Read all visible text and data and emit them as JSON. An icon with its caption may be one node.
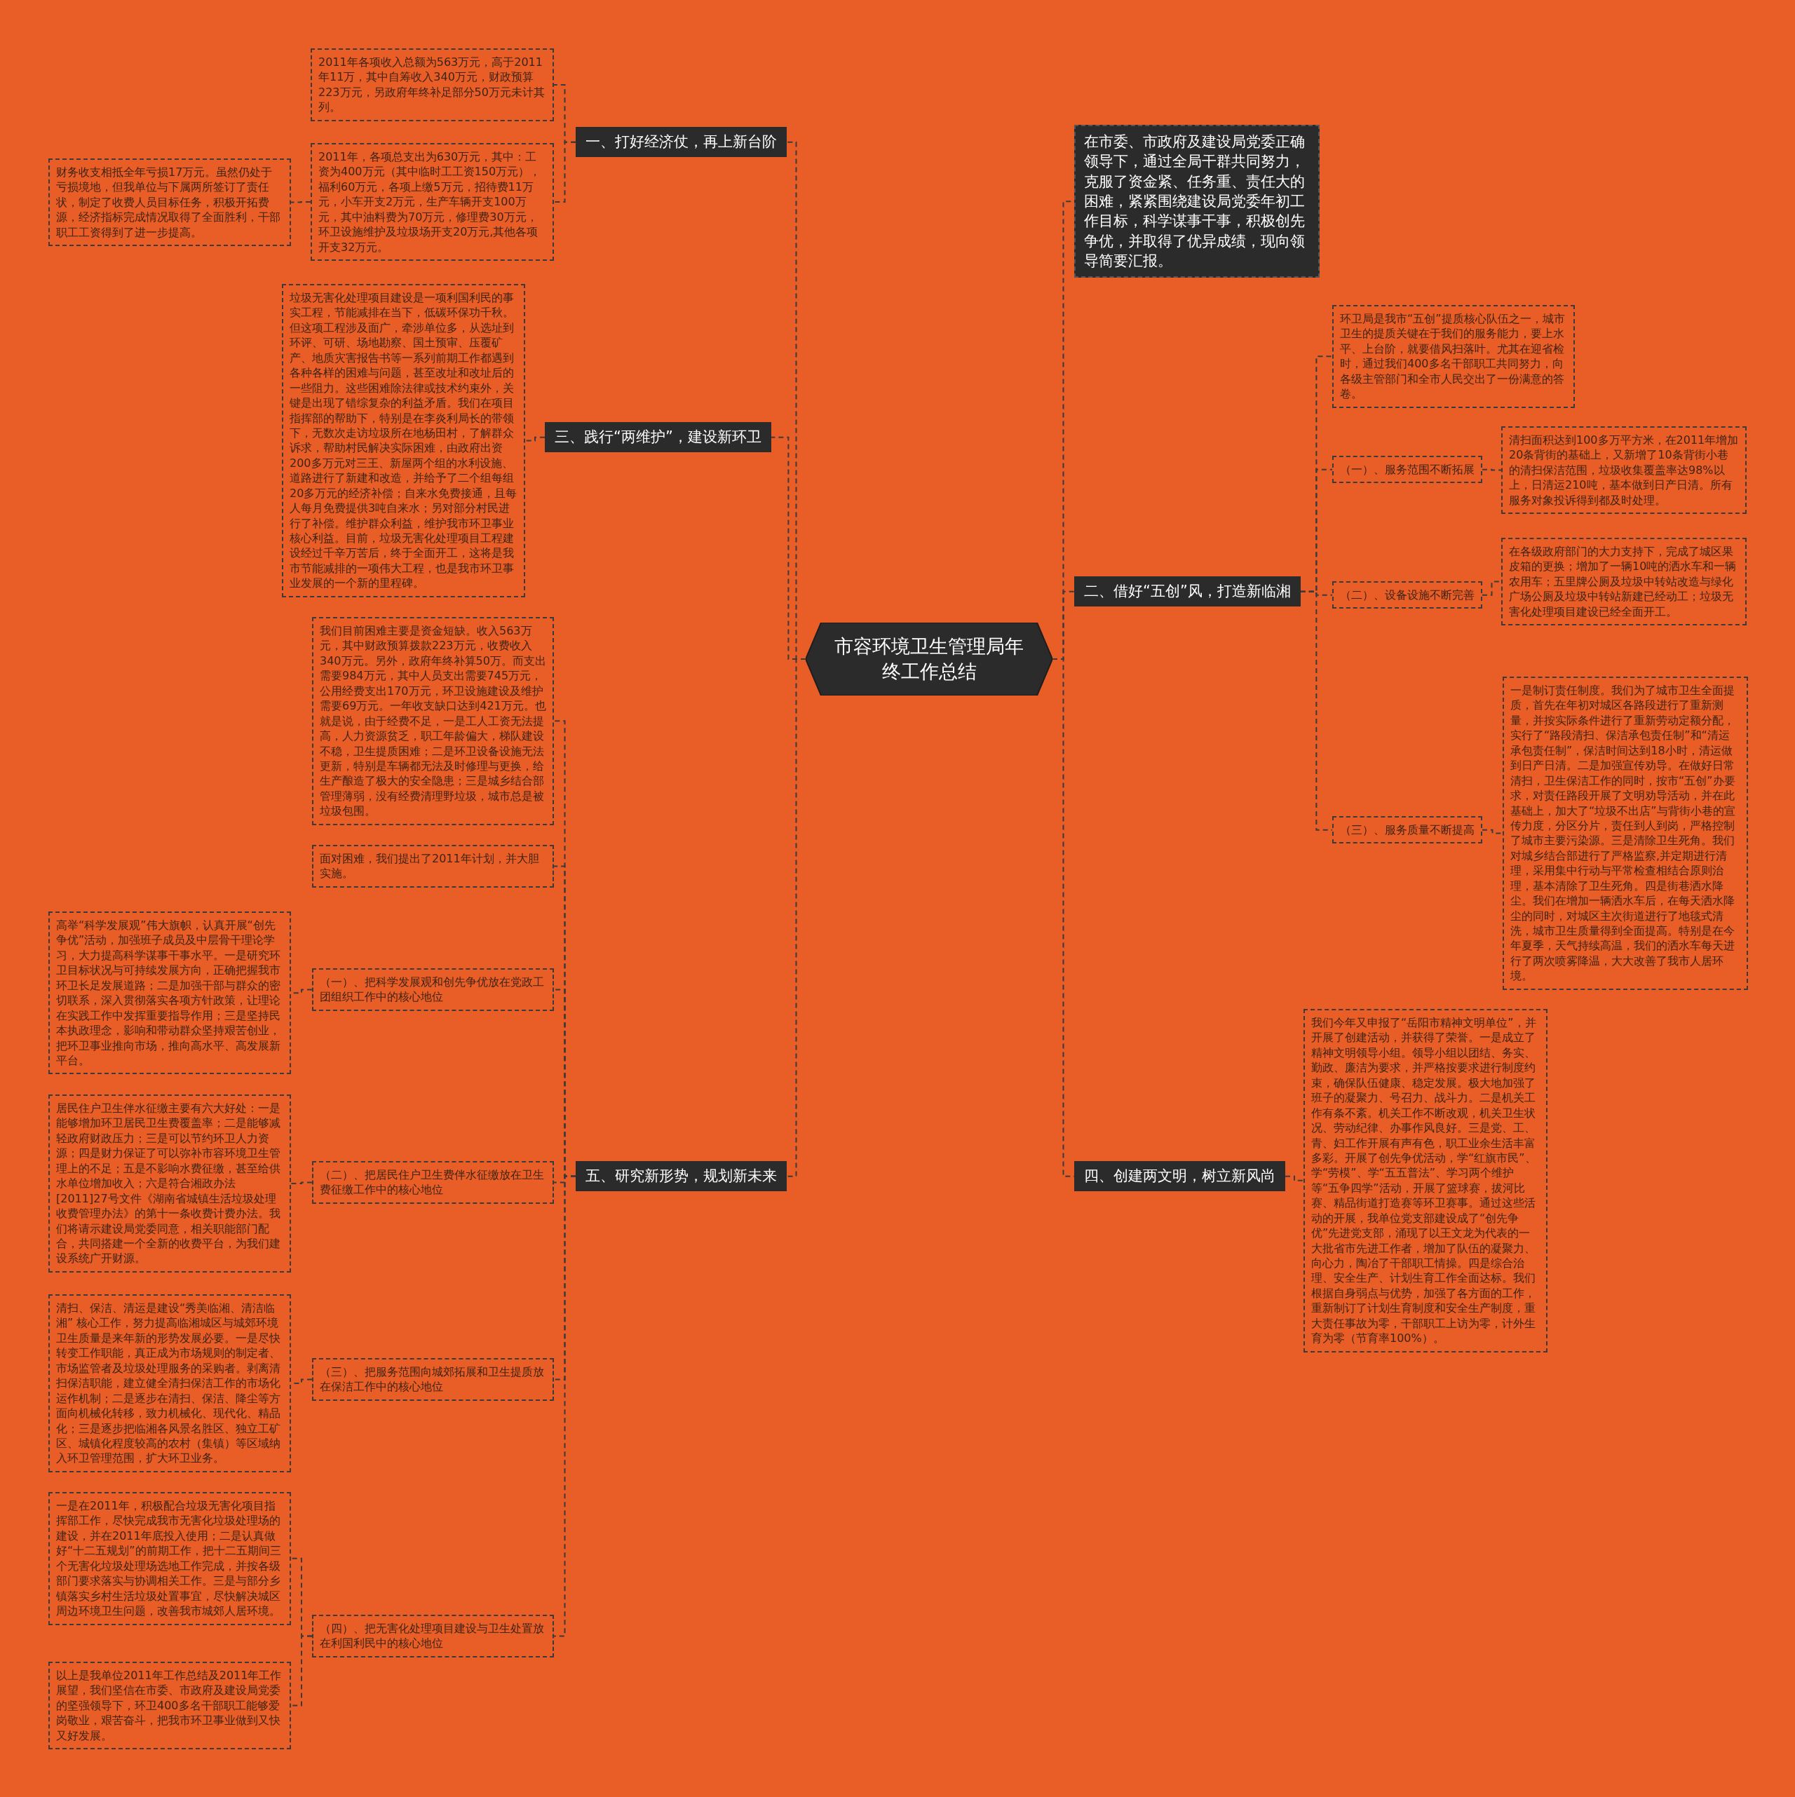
{
  "diagram": {
    "nodes": [
      {
        "text": [
          "市容环境卫生管理局年终工作总结"
        ]
      },
      {
        "text": [
          "在市委、市政府及建设局党委正确领导下，通过全局干群共同努力，克服了资金紧、任务重、责任大的困难，紧紧围绕建设局党委年初工作目标，科学谋事干事，积极创先争优，并取得了优异成绩，现向领导简要汇报。"
        ]
      },
      {
        "text": [
          "二、借好“五创”风，打造新临湘"
        ]
      },
      {
        "text": [
          "环卫局是我市“五创”提质核心队伍之一，城市卫生的提质关键在于我们的服务能力，要上水平、上台阶，就要借风扫落叶。尤其在迎省检时，通过我们400多名干部职工共同努力，向各级主管部门和全市人民交出了一份满意的答卷。"
        ]
      },
      {
        "text": [
          "（一）、服务范围不断拓展"
        ]
      },
      {
        "text": [
          "清扫面积达到100多万平方米，在2011年增加20条背街的基础上，又新增了10条背街小巷的清扫保洁范围，垃圾收集覆盖率达98%以上，日清运210吨，基本做到日产日清。所有服务对象投诉得到都及时处理。"
        ]
      },
      {
        "text": [
          "（二）、设备设施不断完善"
        ]
      },
      {
        "text": [
          "在各级政府部门的大力支持下，完成了城区果皮箱的更换；增加了一辆10吨的洒水车和一辆农用车；五里牌公厕及垃圾中转站改造与绿化广场公厕及垃圾中转站新建已经动工；垃圾无害化处理项目建设已经全面开工。"
        ]
      },
      {
        "text": [
          "（三）、服务质量不断提高"
        ]
      },
      {
        "text": [
          "一是制订责任制度。我们为了城市卫生全面提质，首先在年初对城区各路段进行了重新测量，并按实际条件进行了重新劳动定额分配，实行了“路段清扫、保洁承包责任制”和“清运承包责任制”，保洁时间达到18小时，清运做到日产日清。二是加强宣传劝导。在做好日常清扫，卫生保洁工作的同时，按市“五创”办要求，对责任路段开展了文明劝导活动，并在此基础上，加大了“垃圾不出店”与背街小巷的宣传力度，分区分片，责任到人到岗，严格控制了城市主要污染源。三是清除卫生死角。我们对城乡结合部进行了严格监察,并定期进行清理，采用集中行动与平常检查相结合原则治理，基本清除了卫生死角。四是街巷洒水降尘。我们在增加一辆洒水车后，在每天洒水降尘的同时，对城区主次街道进行了地毯式清洗，城市卫生质量得到全面提高。特别是在今年夏季，天气持续高温，我们的洒水车每天进行了两次喷雾降温，大大改善了我市人居环境。"
        ]
      },
      {
        "text": [
          "四、创建两文明，树立新风尚"
        ]
      },
      {
        "text": [
          "我们今年又申报了“岳阳市精神文明单位”，并开展了创建活动，并获得了荣誉。一是成立了精神文明领导小组。领导小组以团结、务实、勤政、廉洁为要求，并严格按要求进行制度约束，确保队伍健康、稳定发展。极大地加强了班子的凝聚力、号召力、战斗力。二是机关工作有条不紊。机关工作不断改观，机关卫生状况、劳动纪律、办事作风良好。三是党、工、青、妇工作开展有声有色，职工业余生活丰富多彩。开展了创先争优活动，学“红旗市民”、学“劳模”、学“五五普法”、学习两个维护等“五争四学”活动，开展了篮球赛，拔河比赛、精品街道打造赛等环卫赛事。通过这些活动的开展，我单位党支部建设成了“创先争优”先进党支部，涌现了以王文龙为代表的一大批省市先进工作者，增加了队伍的凝聚力、向心力，陶冶了干部职工情操。四是综合治理、安全生产、计划生育工作全面达标。我们根据自身弱点与优势，加强了各方面的工作，重新制订了计划生育制度和安全生产制度，重大责任事故为零，干部职工上访为零，计外生育为零（节育率100%）。"
        ]
      },
      {
        "text": [
          "一、打好经济仗，再上新台阶"
        ]
      },
      {
        "text": [
          "2011年各项收入总额为563万元，高于2011年11万，其中自筹收入340万元，财政预算223万元，另政府年终补足部分50万元未计其列。"
        ]
      },
      {
        "text": [
          "2011年，各项总支出为630万元，其中：工资为400万元（其中临时工工资150万元），福利60万元，各项上缴5万元，招待费11万元，小车开支2万元，生产车辆开支100万元，其中油料费为70万元，修理费30万元，环卫设施维护及垃圾场开支20万元,其他各项开支32万元。"
        ]
      },
      {
        "text": [
          "财务收支相抵全年亏损17万元。虽然仍处于亏损境地，但我单位与下属两所签订了责任状，制定了收费人员目标任务，积极开拓费源，经济指标完成情况取得了全面胜利，干部职工工资得到了进一步提高。"
        ]
      },
      {
        "text": [
          "三、践行“两维护”，建设新环卫"
        ]
      },
      {
        "text": [
          "垃圾无害化处理项目建设是一项利国利民的事实工程，节能减排在当下，低碳环保功千秋。但这项工程涉及面广，牵涉单位多，从选址到环评、可研、场地勘察、国土预审、压覆矿产、地质灾害报告书等一系列前期工作都遇到各种各样的困难与问题，甚至改址和改址后的一些阻力。这些困难除法律或技术约束外，关键是出现了错综复杂的利益矛盾。我们在项目指挥部的帮助下，特别是在李炎利局长的带领下，无数次走访垃圾所在地杨田村，了解群众诉求，帮助村民解决实际困难，由政府出资200多万元对三王、新屋两个组的水利设施、道路进行了新建和改造，并给予了二个组每组20多万元的经济补偿；自来水免费接通，且每人每月免费提供3吨自来水；另对部分村民进行了补偿。维护群众利益，维护我市环卫事业核心利益。目前，垃圾无害化处理项目工程建设经过千辛万苦后，终于全面开工，这将是我市节能减排的一项伟大工程，也是我市环卫事业发展的一个新的里程碑。"
        ]
      },
      {
        "text": [
          "五、研究新形势，规划新未来"
        ]
      },
      {
        "text": [
          "我们目前困难主要是资金短缺。收入563万元，其中财政预算拨款223万元，收费收入340万元。另外，政府年终补算50万。而支出需要984万元，其中人员支出需要745万元，公用经费支出170万元，环卫设施建设及维护需要69万元。一年收支缺口达到421万元。也就是说，由于经费不足，一是工人工资无法提高，人力资源贫乏，职工年龄偏大，梯队建设不稳，卫生提质困难；二是环卫设备设施无法更新，特别是车辆都无法及时修理与更换，给生产酿造了极大的安全隐患；三是城乡结合部管理薄弱，没有经费清理野垃圾，城市总是被垃圾包围。"
        ]
      },
      {
        "text": [
          "面对困难，我们提出了2011年计划，并大胆实施。"
        ]
      },
      {
        "text": [
          "（一）、把科学发展观和创先争优放在党政工团组织工作中的核心地位"
        ]
      },
      {
        "text": [
          "高举“科学发展观”伟大旗帜，认真开展“创先争优”活动，加强班子成员及中层骨干理论学习，大力提高科学谋事干事水平。一是研究环卫目标状况与可持续发展方向，正确把握我市环卫长足发展道路；二是加强干部与群众的密切联系，深入贯彻落实各项方针政策，让理论在实践工作中发挥重要指导作用；三是坚持民本执政理念，影响和带动群众坚持艰苦创业，把环卫事业推向市场，推向高水平、高发展新平台。"
        ]
      },
      {
        "text": [
          "（二）、把居民住户卫生费伴水征缴放在卫生费征缴工作中的核心地位"
        ]
      },
      {
        "text": [
          "居民住户卫生伴水征缴主要有六大好处：一是能够增加环卫居民卫生费覆盖率；二是能够减轻政府财政压力；三是可以节约环卫人力资源；四是财力保证了可以弥补市容环境卫生管理上的不足；五是不影响水费征缴，甚至给供水单位增加收入；六是符合湘政办法[2011]27号文件《湖南省城镇生活垃圾处理收费管理办法》的第十一条收费计费办法。我们将请示建设局党委同意，相关职能部门配合，共同搭建一个全新的收费平台，为我们建设系统广开财源。"
        ]
      },
      {
        "text": [
          "（三）、把服务范围向城郊拓展和卫生提质放在保洁工作中的核心地位"
        ]
      },
      {
        "text": [
          "清扫、保洁、清运是建设“秀美临湘、清洁临湘” 核心工作，努力提高临湘城区与城郊环境卫生质量是来年新的形势发展必要。一是尽快转变工作职能，真正成为市场规则的制定者、市场监管者及垃圾处理服务的采购者。剥离清扫保洁职能，建立健全清扫保洁工作的市场化运作机制；二是逐步在清扫、保洁、降尘等方面向机械化转移，致力机械化、现代化、精品化；三是逐步把临湘各风景名胜区、独立工矿区、城镇化程度较高的农村（集镇）等区域纳入环卫管理范围，扩大环卫业务。"
        ]
      },
      {
        "text": [
          "（四）、把无害化处理项目建设与卫生处置放在利国利民中的核心地位"
        ]
      },
      {
        "text": [
          "一是在2011年，积极配合垃圾无害化项目指挥部工作，尽快完成我市无害化垃圾处理场的建设，并在2011年底投入使用；二是认真做好“十二五规划”的前期工作，把十二五期间三个无害化垃圾处理场选地工作完成，并按各级部门要求落实与协调相关工作。三是与部分乡镇落实乡村生活垃圾处置事宜，尽快解决城区周边环境卫生问题，改善我市城郊人居环境。"
        ]
      },
      {
        "text": [
          "以上是我单位2011年工作总结及2011年工作展望，我们坚信在市委、市政府及建设局党委的坚强领导下，环卫400多名干部职工能够爱岗敬业，艰苦奋斗，把我市环卫事业做到又快又好发展。"
        ]
      }
    ],
    "edges": [
      {
        "from": 0,
        "to": 1,
        "arrow": "none"
      },
      {
        "from": 0,
        "to": 2,
        "arrow": "none"
      },
      {
        "from": 2,
        "to": 3,
        "arrow": "none"
      },
      {
        "from": 2,
        "to": 4,
        "arrow": "none"
      },
      {
        "from": 4,
        "to": 5,
        "arrow": "none"
      },
      {
        "from": 2,
        "to": 6,
        "arrow": "none"
      },
      {
        "from": 6,
        "to": 7,
        "arrow": "none"
      },
      {
        "from": 2,
        "to": 8,
        "arrow": "none"
      },
      {
        "from": 8,
        "to": 9,
        "arrow": "none"
      },
      {
        "from": 0,
        "to": 10,
        "arrow": "none"
      },
      {
        "from": 10,
        "to": 11,
        "arrow": "none"
      },
      {
        "from": 0,
        "to": 12,
        "arrow": "none"
      },
      {
        "from": 12,
        "to": 13,
        "arrow": "none"
      },
      {
        "from": 12,
        "to": 14,
        "arrow": "none"
      },
      {
        "from": 14,
        "to": 15,
        "arrow": "none"
      },
      {
        "from": 0,
        "to": 16,
        "arrow": "none"
      },
      {
        "from": 16,
        "to": 17,
        "arrow": "none"
      },
      {
        "from": 0,
        "to": 18,
        "arrow": "none"
      },
      {
        "from": 18,
        "to": 19,
        "arrow": "none"
      },
      {
        "from": 18,
        "to": 20,
        "arrow": "none"
      },
      {
        "from": 18,
        "to": 21,
        "arrow": "none"
      },
      {
        "from": 21,
        "to": 22,
        "arrow": "none"
      },
      {
        "from": 18,
        "to": 23,
        "arrow": "none"
      },
      {
        "from": 23,
        "to": 24,
        "arrow": "none"
      },
      {
        "from": 18,
        "to": 25,
        "arrow": "none"
      },
      {
        "from": 25,
        "to": 26,
        "arrow": "none"
      },
      {
        "from": 18,
        "to": 27,
        "arrow": "none"
      },
      {
        "from": 27,
        "to": 28,
        "arrow": "none"
      },
      {
        "from": 27,
        "to": 29,
        "arrow": "none"
      }
    ]
  }
}
